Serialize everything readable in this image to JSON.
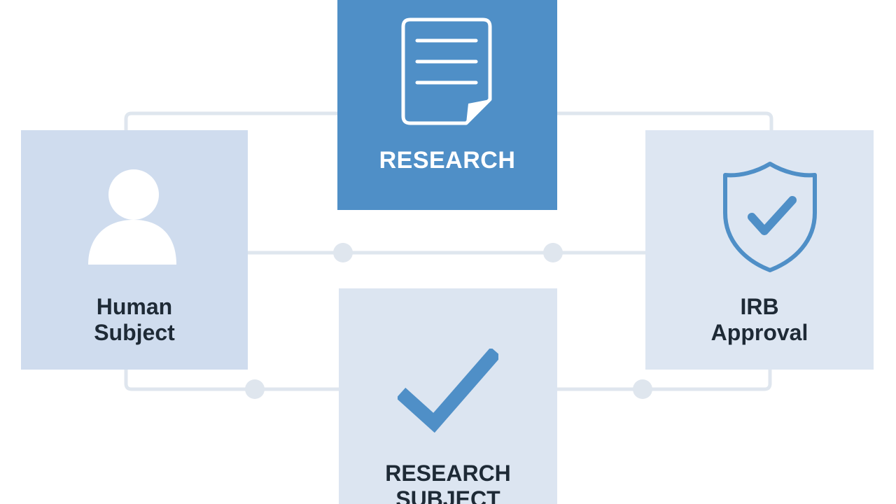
{
  "diagram": {
    "nodes": {
      "research": {
        "label": "RESEARCH",
        "icon": "document-icon"
      },
      "human_subject": {
        "label_line1": "Human",
        "label_line2": "Subject",
        "icon": "person-icon"
      },
      "irb_approval": {
        "label_line1": "IRB",
        "label_line2": "Approval",
        "icon": "shield-check-icon"
      },
      "research_subject": {
        "label_line1": "RESEARCH",
        "label_line2": "SUBJECT",
        "icon": "checkmark-icon"
      }
    },
    "colors": {
      "primary": "#4f8fc7",
      "light_box": "#dde6f2",
      "human_box": "#cfdcee",
      "connector": "#dfe6ee",
      "text": "#1e2a36"
    }
  }
}
